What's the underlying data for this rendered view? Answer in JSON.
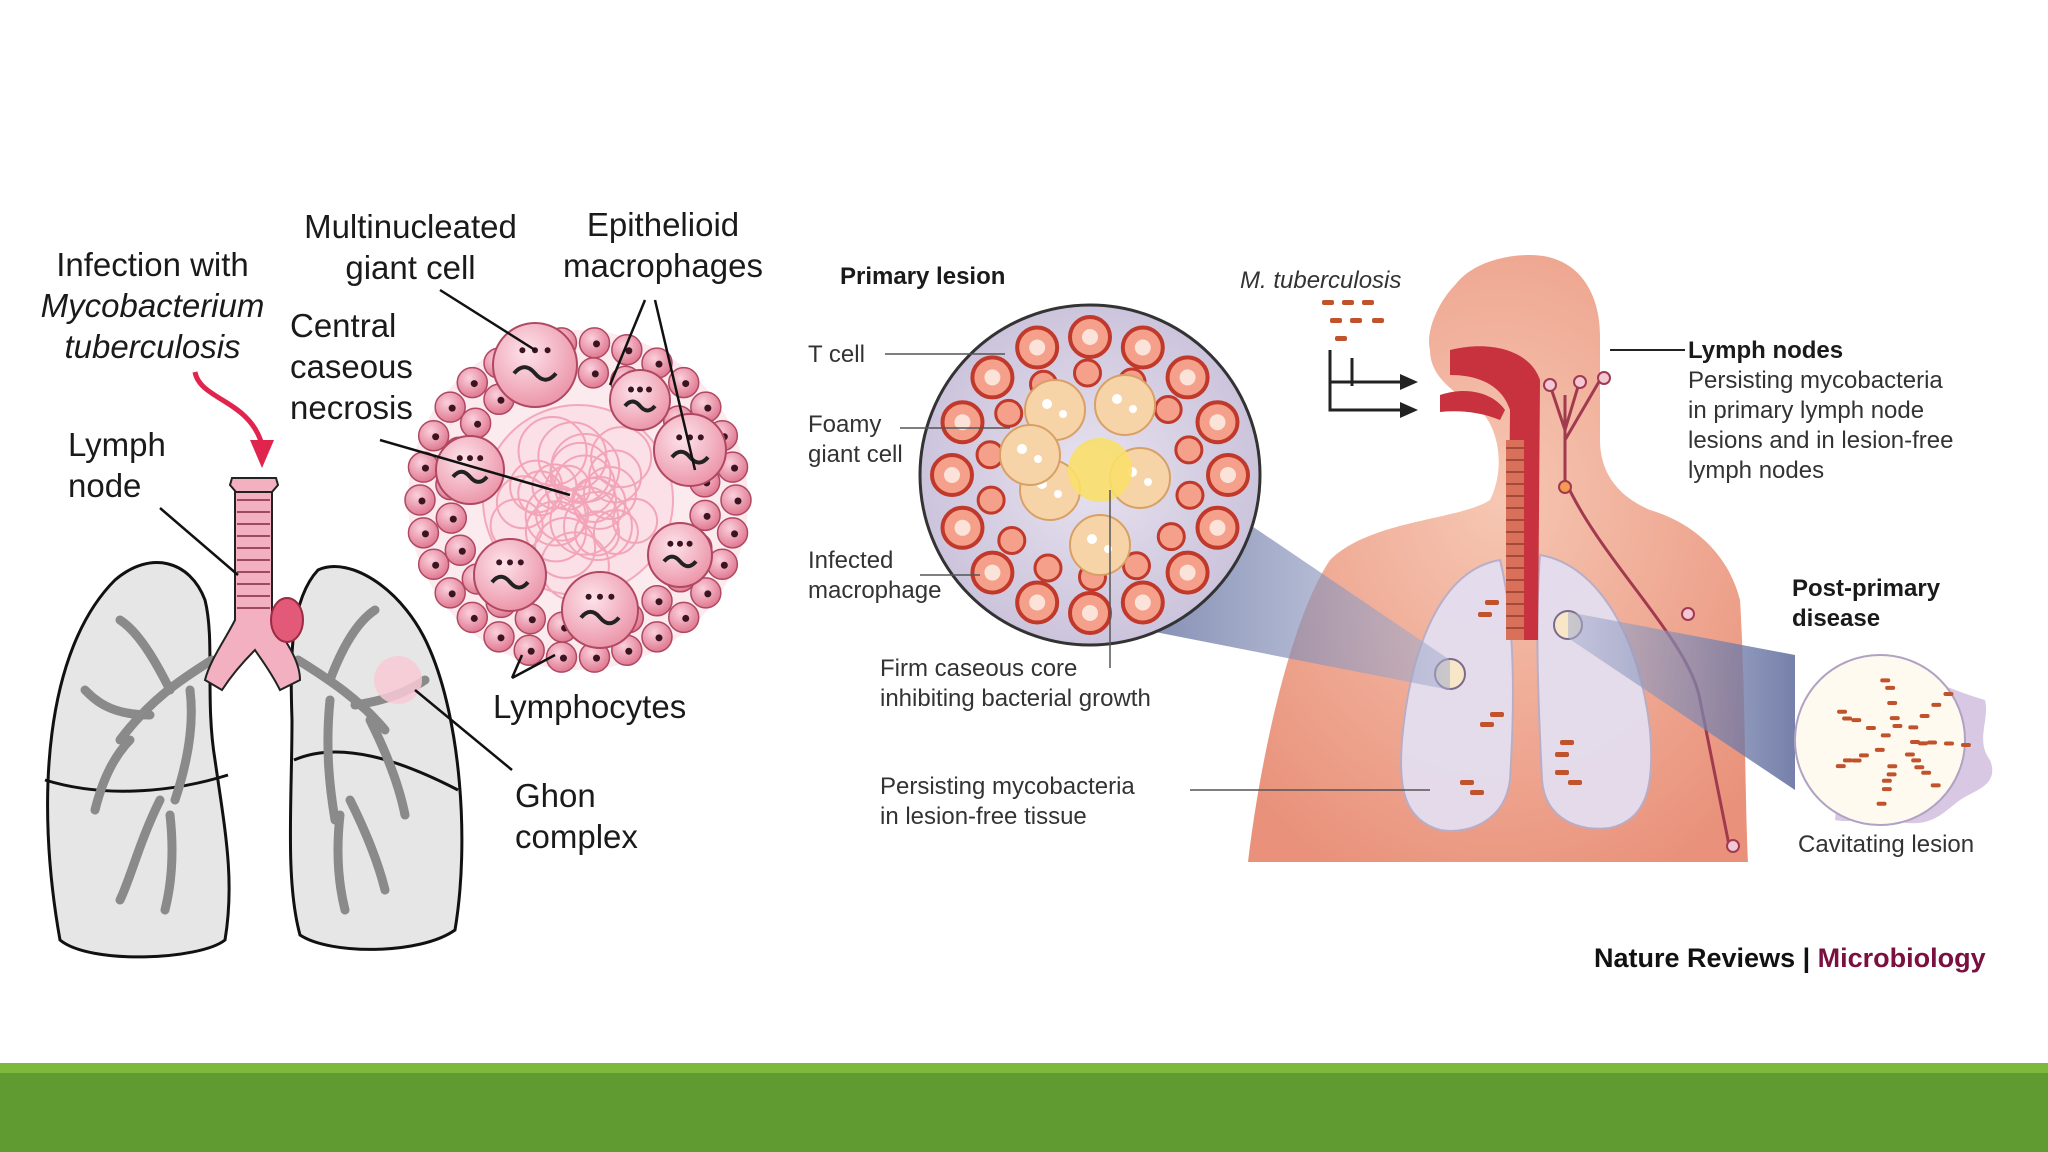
{
  "left_panel": {
    "infection_line1": "Infection with",
    "infection_line2": "Mycobacterium",
    "infection_line3": "tuberculosis",
    "lymph_node_line1": "Lymph",
    "lymph_node_line2": "node",
    "giant_cell_line1": "Multinucleated",
    "giant_cell_line2": "giant cell",
    "epithelioid_line1": "Epithelioid",
    "epithelioid_line2": "macrophages",
    "necrosis_line1": "Central",
    "necrosis_line2": "caseous",
    "necrosis_line3": "necrosis",
    "lymphocytes": "Lymphocytes",
    "ghon_line1": "Ghon",
    "ghon_line2": "complex"
  },
  "right_panel": {
    "primary_lesion": "Primary lesion",
    "t_cell": "T cell",
    "foamy_line1": "Foamy",
    "foamy_line2": "giant cell",
    "infected_line1": "Infected",
    "infected_line2": "macrophage",
    "caseous_line1": "Firm caseous core",
    "caseous_line2": "inhibiting bacterial growth",
    "persisting_line1": "Persisting mycobacteria",
    "persisting_line2": "in lesion-free tissue",
    "m_tb": "M. tuberculosis",
    "lymph_nodes_title": "Lymph nodes",
    "lymph_nodes_desc1": "Persisting mycobacteria",
    "lymph_nodes_desc2": "in primary lymph node",
    "lymph_nodes_desc3": "lesions and in lesion-free",
    "lymph_nodes_desc4": "lymph nodes",
    "post_primary_line1": "Post-primary",
    "post_primary_line2": "disease",
    "cavitating": "Cavitating lesion"
  },
  "credit": {
    "journal": "Nature Reviews",
    "separator": " | ",
    "section": "Microbiology"
  },
  "colors": {
    "footer_bar": "#5f9b30",
    "footer_highlight": "#7dba3b",
    "brand_accent": "#7a1040",
    "infection_arrow": "#e0244e"
  }
}
